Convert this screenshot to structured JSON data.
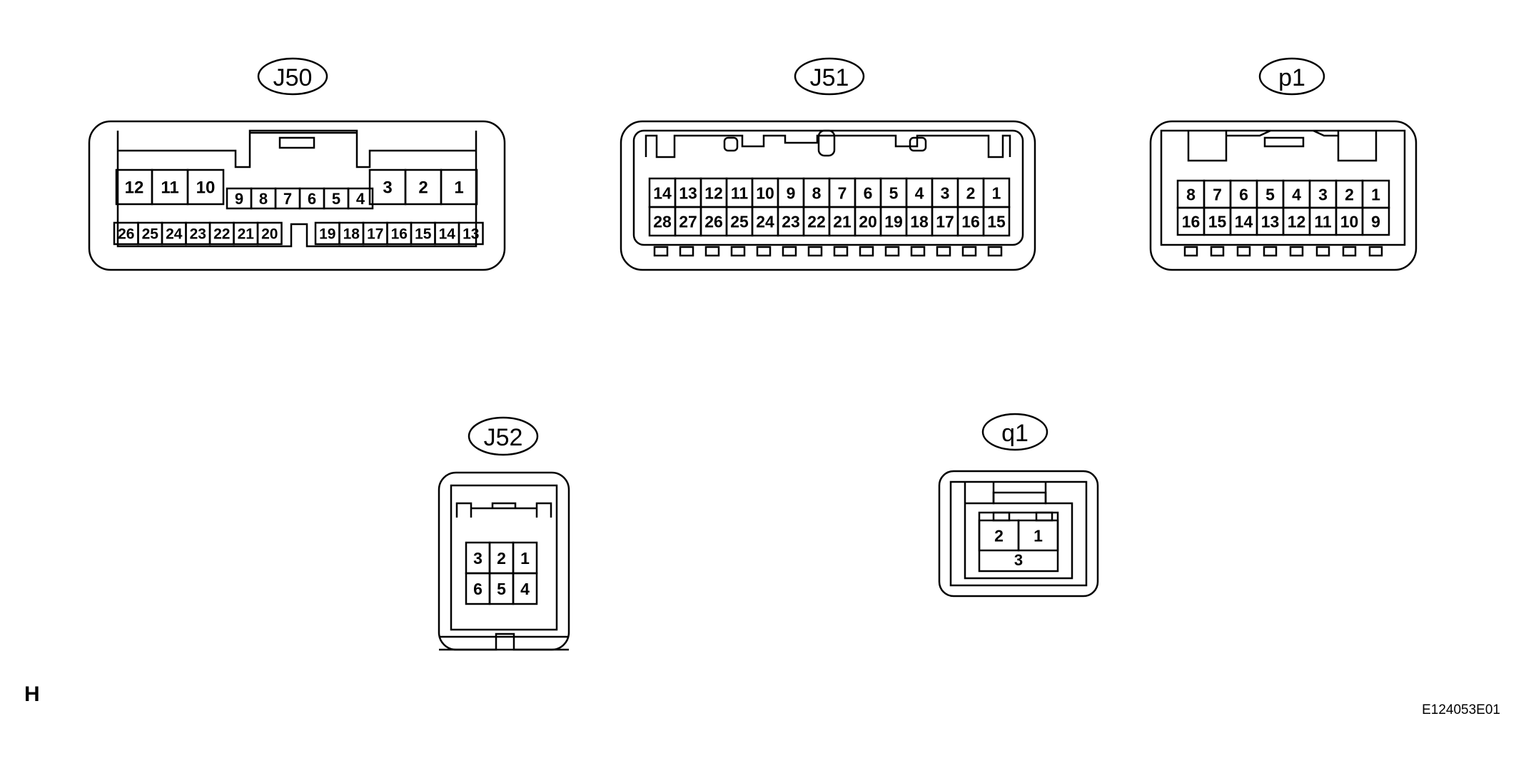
{
  "connectors": {
    "j50": {
      "label": "J50",
      "top": [
        "12",
        "11",
        "10"
      ],
      "mid": [
        "9",
        "8",
        "7",
        "6",
        "5",
        "4"
      ],
      "right": [
        "3",
        "2",
        "1"
      ],
      "bottomLeft": [
        "26",
        "25",
        "24",
        "23",
        "22",
        "21",
        "20"
      ],
      "bottomRight": [
        "19",
        "18",
        "17",
        "16",
        "15",
        "14",
        "13"
      ]
    },
    "j51": {
      "label": "J51",
      "row1": [
        "14",
        "13",
        "12",
        "11",
        "10",
        "9",
        "8",
        "7",
        "6",
        "5",
        "4",
        "3",
        "2",
        "1"
      ],
      "row2": [
        "28",
        "27",
        "26",
        "25",
        "24",
        "23",
        "22",
        "21",
        "20",
        "19",
        "18",
        "17",
        "16",
        "15"
      ]
    },
    "p1": {
      "label": "p1",
      "row1": [
        "8",
        "7",
        "6",
        "5",
        "4",
        "3",
        "2",
        "1"
      ],
      "row2": [
        "16",
        "15",
        "14",
        "13",
        "12",
        "11",
        "10",
        "9"
      ]
    },
    "j52": {
      "label": "J52",
      "row1": [
        "3",
        "2",
        "1"
      ],
      "row2": [
        "6",
        "5",
        "4"
      ]
    },
    "q1": {
      "label": "q1",
      "row1": [
        "2",
        "1"
      ],
      "bottom": "3"
    }
  },
  "corner_letter": "H",
  "figure_code": "E124053E01"
}
